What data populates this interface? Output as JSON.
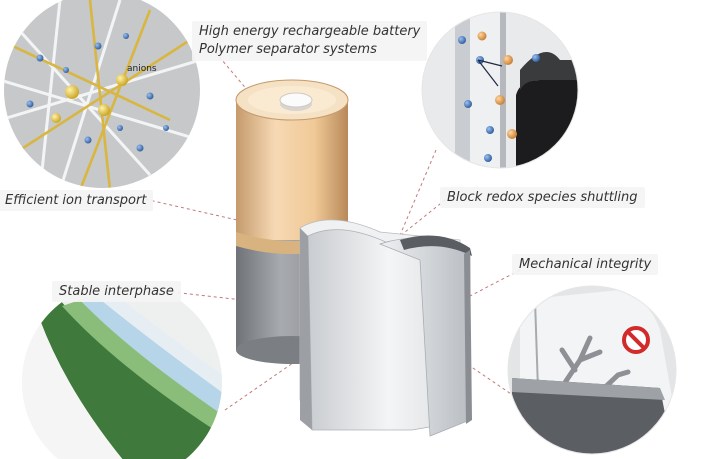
{
  "labels": {
    "title_line1": "High energy rechargeable battery",
    "title_line2": "Polymer separator systems",
    "ion_transport": "Efficient ion transport",
    "block_redox": "Block redox species shuttling",
    "mechanical": "Mechanical integrity",
    "stable_interphase": "Stable interphase",
    "anions": "anions"
  },
  "icons": {
    "prohibited": "no-entry-icon"
  },
  "colors": {
    "ion_blue": "#3f6fb8",
    "ion_orange": "#e3a25a",
    "ion_yellow": "#e8c73c",
    "prohibited_red": "#d12b2b",
    "leader_line": "#c07a7a"
  }
}
